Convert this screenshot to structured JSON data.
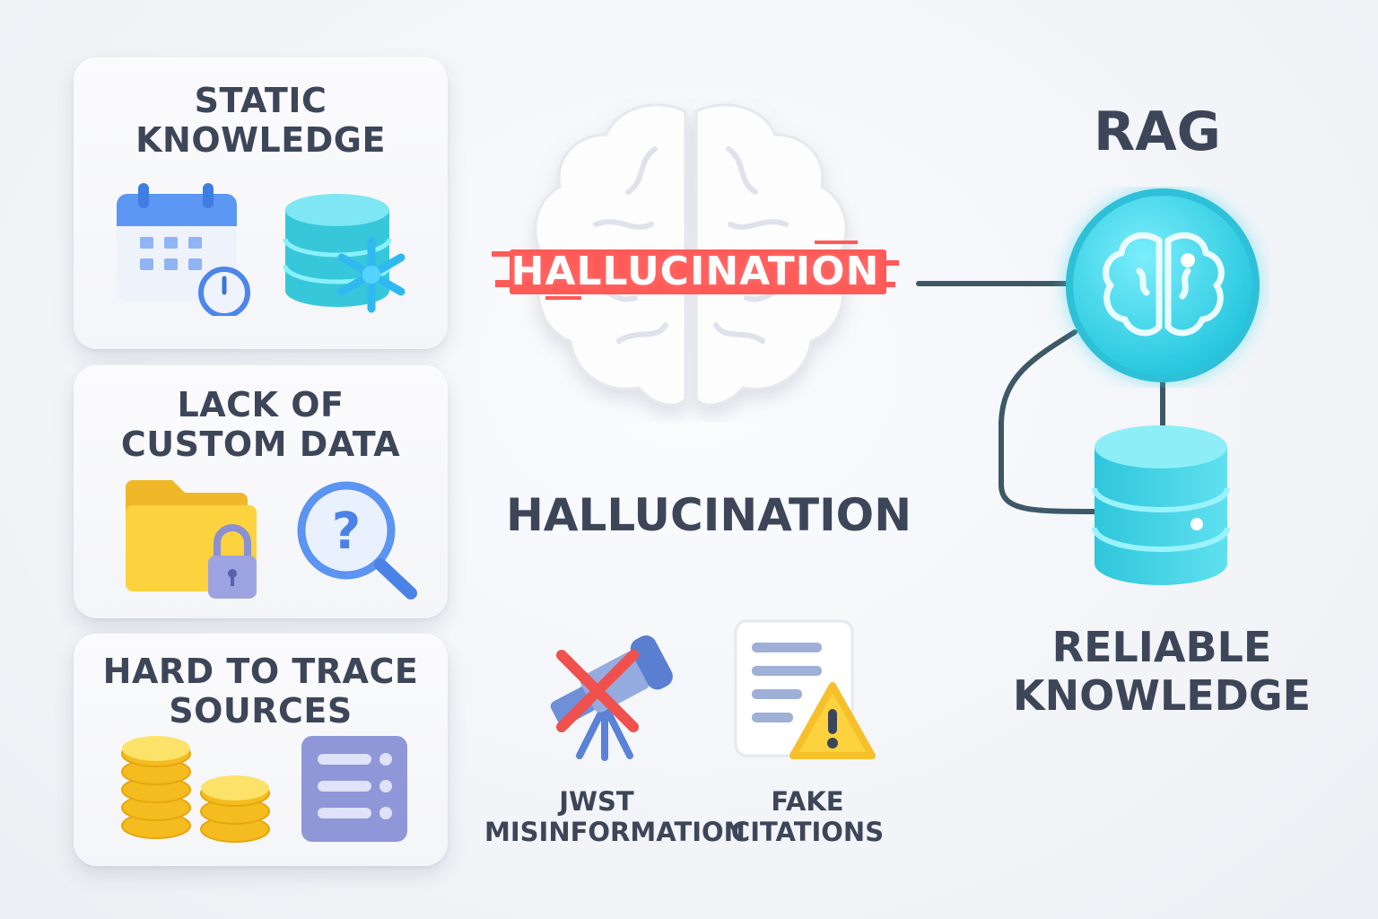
{
  "cards": [
    {
      "title": "STATIC\nKNOWLEDGE",
      "icons": [
        "calendar-clock-icon",
        "frozen-database-icon"
      ]
    },
    {
      "title": "LACK OF\nCUSTOM DATA",
      "icons": [
        "locked-folder-icon",
        "search-question-icon"
      ]
    },
    {
      "title": "HARD TO TRACE\nSOURCES",
      "icons": [
        "coin-stack-icon",
        "server-list-icon"
      ]
    }
  ],
  "center": {
    "banner": "HALLUCINATION",
    "heading": "HALLUCINATION",
    "examples": [
      {
        "label": "JWST\nMISINFORMATION",
        "icon": "crossed-telescope-icon"
      },
      {
        "label": "FAKE\nCITATIONS",
        "icon": "document-warning-icon"
      }
    ]
  },
  "right": {
    "title": "RAG",
    "subtitle": "RELIABLE\nKNOWLEDGE",
    "icons": [
      "rag-brain-icon",
      "knowledge-database-icon"
    ]
  },
  "colors": {
    "text": "#3d4659",
    "banner_red": "#ff5a57",
    "cyan": "#3fd6ea",
    "connector": "#3d5866",
    "yellow": "#fcd23f",
    "blue": "#4b8ff0",
    "lavender": "#8f97d8"
  }
}
